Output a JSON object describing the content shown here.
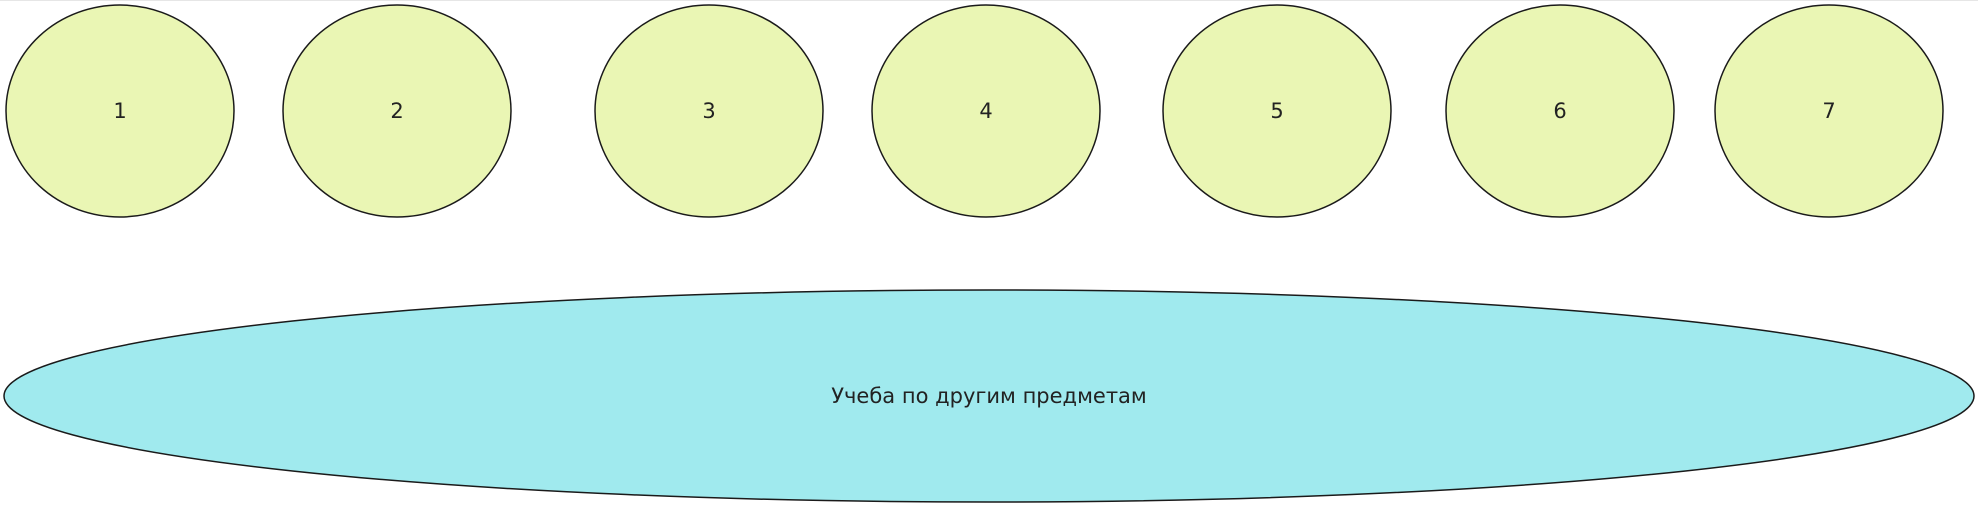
{
  "diagram": {
    "nodes": [
      {
        "id": "n1",
        "label": "1"
      },
      {
        "id": "n2",
        "label": "2"
      },
      {
        "id": "n3",
        "label": "3"
      },
      {
        "id": "n4",
        "label": "4"
      },
      {
        "id": "n5",
        "label": "5"
      },
      {
        "id": "n6",
        "label": "6"
      },
      {
        "id": "n7",
        "label": "7"
      }
    ],
    "base": {
      "id": "base",
      "label": "Учеба по другим предметам"
    },
    "colors": {
      "node_fill": "#eaf6b4",
      "base_fill": "#a0eaee",
      "stroke": "#1a1a1a"
    }
  }
}
